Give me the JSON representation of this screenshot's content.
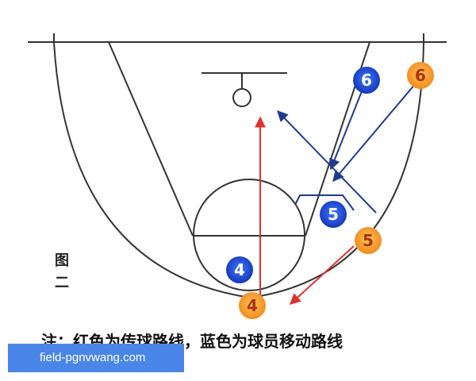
{
  "figure_label": [
    "图",
    "二"
  ],
  "caption": "注：红色为传球路线，蓝色为球员移动路线",
  "watermark": "field-pgnvwang.com",
  "colors": {
    "pass_route": "#e03030",
    "player_move_route": "#1f3a8f",
    "offense_player": "#f6a12b",
    "defense_player": "#1b4fd8",
    "court_line": "#333333"
  },
  "players": [
    {
      "id": "player-4-orange",
      "label": "4",
      "team": "orange"
    },
    {
      "id": "player-5-orange",
      "label": "5",
      "team": "orange"
    },
    {
      "id": "player-6-orange",
      "label": "6",
      "team": "orange"
    },
    {
      "id": "player-4-blue",
      "label": "4",
      "team": "blue"
    },
    {
      "id": "player-5-blue",
      "label": "5",
      "team": "blue"
    },
    {
      "id": "player-6-blue",
      "label": "6",
      "team": "blue"
    }
  ]
}
